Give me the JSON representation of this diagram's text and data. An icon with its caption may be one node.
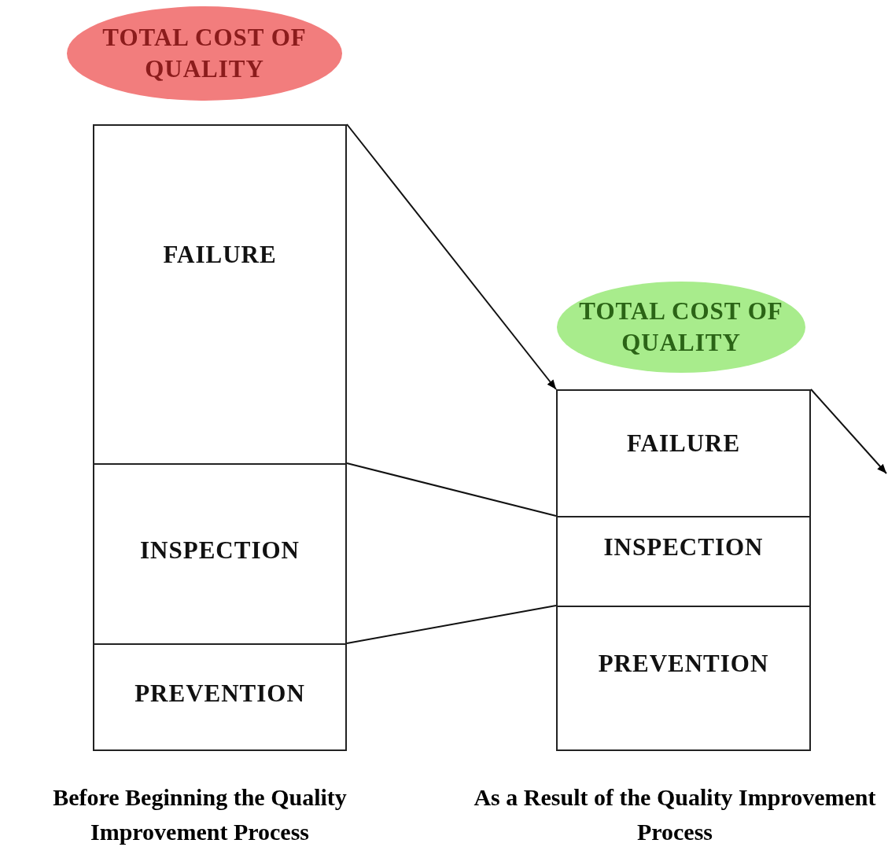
{
  "diagram": {
    "nodes": [
      {
        "text": [
          "TOTAL COST OF QUALITY"
        ]
      },
      {
        "text": [
          "FAILURE"
        ]
      },
      {
        "text": [
          "INSPECTION"
        ]
      },
      {
        "text": [
          "PREVENTION"
        ]
      },
      {
        "text": [
          "TOTAL COST OF QUALITY"
        ]
      },
      {
        "text": [
          "FAILURE"
        ]
      },
      {
        "text": [
          "INSPECTION"
        ]
      },
      {
        "text": [
          "PREVENTION"
        ]
      }
    ],
    "edges": [
      {
        "from": 1,
        "to": 5,
        "arrow": "to"
      },
      {
        "from": 2,
        "to": 6,
        "arrow": "none"
      },
      {
        "from": 3,
        "to": 7,
        "arrow": "none"
      },
      {
        "from": 5,
        "to": null,
        "arrow": "to"
      }
    ],
    "labels": [
      "Before Beginning the Quality Improvement Process",
      "As a Result of the Quality Improvement Process"
    ]
  }
}
